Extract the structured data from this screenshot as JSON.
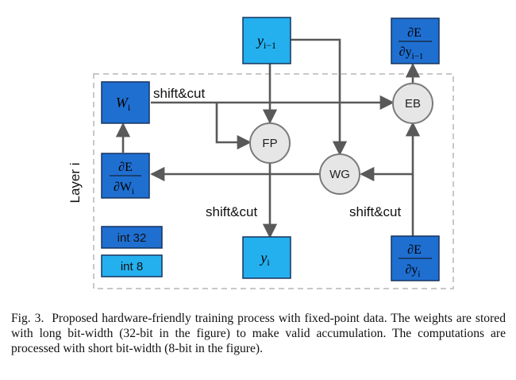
{
  "diagram": {
    "layer_label": "Layer i",
    "shift_cut_labels": [
      "shift&cut",
      "shift&cut",
      "shift&cut"
    ],
    "nodes": {
      "fp": "FP",
      "wg": "WG",
      "eb": "EB"
    },
    "boxes": {
      "y_prev": {
        "base": "y",
        "sub": "i−1"
      },
      "y_i": {
        "base": "y",
        "sub": "i"
      },
      "w_i": {
        "base": "W",
        "sub": "i"
      },
      "dE_dW": {
        "num": "∂E",
        "den_base": "∂W",
        "den_sub": "i"
      },
      "dE_dy": {
        "num": "∂E",
        "den_base": "∂y",
        "den_sub": "i"
      },
      "dE_dy_prev": {
        "num": "∂E",
        "den_base": "∂y",
        "den_sub": "i−1"
      }
    },
    "legend": [
      {
        "label": "int 32",
        "color": "#1f6fd1"
      },
      {
        "label": "int 8",
        "color": "#24b0ee"
      }
    ],
    "colors": {
      "int32_fill": "#1f6fd1",
      "int8_fill": "#24b0ee",
      "box_border": "#17335f",
      "node_fill": "#e6e6e6",
      "node_border": "#7a7a7a",
      "arrow": "#595959",
      "dashed_frame": "#c8c8c8"
    }
  },
  "caption": {
    "label": "Fig. 3.",
    "text": "Proposed hardware-friendly training process with fixed-point data. The weights are stored with long bit-width (32-bit in the figure) to make valid accumulation. The computations are processed with short bit-width (8-bit in the figure)."
  }
}
